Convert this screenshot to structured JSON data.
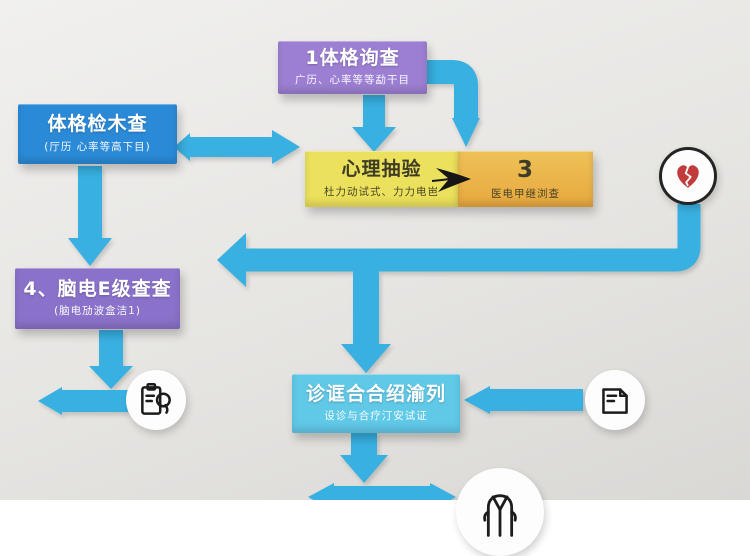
{
  "colors": {
    "background_top": "#f1f0ee",
    "background_mid": "#e6e5e2",
    "background_bottom": "#d9d8d5",
    "arrow_blue": "#38b1e2",
    "box_step1": "#9c7fd2",
    "box_physical": "#2b8ad7",
    "box_psych": "#ebe15c",
    "box_step3": "#eec258",
    "box_eeg": "#8a72ca",
    "box_diagnosis": "#61c9e8",
    "heart_red": "#c23b3b",
    "icon_ink": "#1c1c1c"
  },
  "boxes": {
    "step1": {
      "title": "1体格询查",
      "subtitle": "广历、心率等等勐干目"
    },
    "physical": {
      "title": "体格检木查",
      "subtitle": "(厅历 心率等高下目)"
    },
    "psych": {
      "title": "心理抽验",
      "subtitle": "杜力动试式、力力电岜"
    },
    "step3": {
      "title": "3",
      "subtitle": "医电甲继浏查"
    },
    "eeg": {
      "title": "4、脑电E级查查",
      "subtitle": "(脑电劢波盒洁1)"
    },
    "diagnosis": {
      "title": "诊诓合合绍渝列",
      "subtitle": "设诊与合疗汀安试证"
    }
  },
  "icons": {
    "heart": "broken-heart-icon",
    "clipboard": "clipboard-magnifier-icon",
    "document": "document-page-icon",
    "coat": "lab-coat-icon",
    "bird": "black-ink-arrow"
  }
}
